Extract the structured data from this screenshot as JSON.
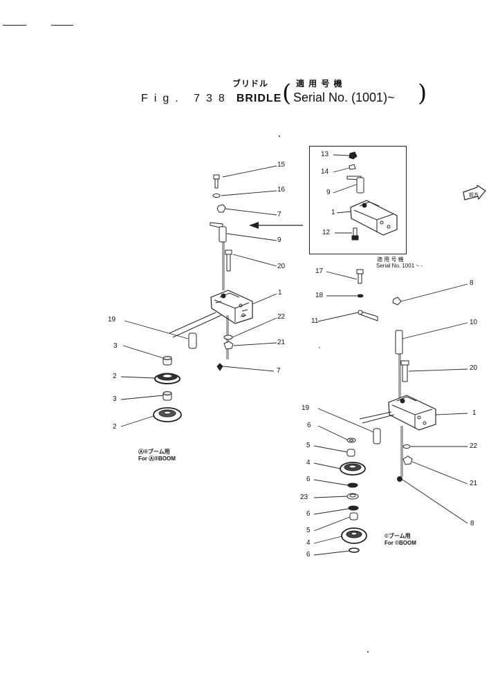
{
  "header": {
    "title_jp": "ブリドル",
    "fig_label": "Fig. 738",
    "part_name": "BRIDLE",
    "applicable_jp": "適 用 号 機",
    "serial": "Serial No. (1001)~"
  },
  "inset": {
    "applicable_jp": "適 用 号 機",
    "serial": "Serial No. 1001 ~ -"
  },
  "boom_notes": {
    "ab_jp": "Ⓐ®ブーム用",
    "ab_en": "For Ⓐ®BOOM",
    "c_jp": "©ブーム用",
    "c_en": "For ©BOOM"
  },
  "reference_mark": "前方",
  "callouts": [
    {
      "id": "c-15",
      "text": "15"
    },
    {
      "id": "c-16",
      "text": "16"
    },
    {
      "id": "c-7a",
      "text": "7"
    },
    {
      "id": "c-9a",
      "text": "9"
    },
    {
      "id": "c-20a",
      "text": "20"
    },
    {
      "id": "c-1a",
      "text": "1"
    },
    {
      "id": "c-19a",
      "text": "19"
    },
    {
      "id": "c-22a",
      "text": "22"
    },
    {
      "id": "c-21a",
      "text": "21"
    },
    {
      "id": "c-3a",
      "text": "3"
    },
    {
      "id": "c-7b",
      "text": "7"
    },
    {
      "id": "c-2a",
      "text": "2"
    },
    {
      "id": "c-3b",
      "text": "3"
    },
    {
      "id": "c-2b",
      "text": "2"
    },
    {
      "id": "c-13",
      "text": "13"
    },
    {
      "id": "c-14",
      "text": "14"
    },
    {
      "id": "c-9b",
      "text": "9"
    },
    {
      "id": "c-1b",
      "text": "1"
    },
    {
      "id": "c-12",
      "text": "12"
    },
    {
      "id": "c-17",
      "text": "17"
    },
    {
      "id": "c-18",
      "text": "18"
    },
    {
      "id": "c-8a",
      "text": "8"
    },
    {
      "id": "c-11",
      "text": "11"
    },
    {
      "id": "c-10",
      "text": "10"
    },
    {
      "id": "c-20b",
      "text": "20"
    },
    {
      "id": "c-19b",
      "text": "19"
    },
    {
      "id": "c-1c",
      "text": "1"
    },
    {
      "id": "c-6a",
      "text": "6"
    },
    {
      "id": "c-5a",
      "text": "5"
    },
    {
      "id": "c-22b",
      "text": "22"
    },
    {
      "id": "c-4a",
      "text": "4"
    },
    {
      "id": "c-21b",
      "text": "21"
    },
    {
      "id": "c-6b",
      "text": "6"
    },
    {
      "id": "c-23",
      "text": "23"
    },
    {
      "id": "c-6c",
      "text": "6"
    },
    {
      "id": "c-8b",
      "text": "8"
    },
    {
      "id": "c-5b",
      "text": "5"
    },
    {
      "id": "c-4b",
      "text": "4"
    },
    {
      "id": "c-6d",
      "text": "6"
    }
  ]
}
